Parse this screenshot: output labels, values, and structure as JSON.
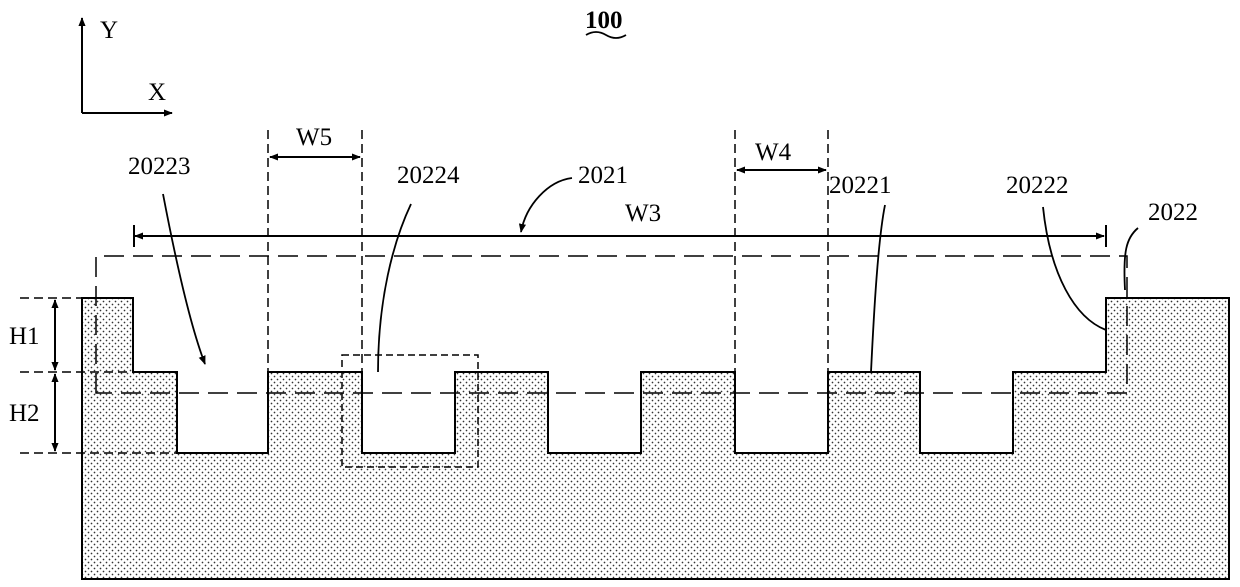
{
  "figure": {
    "number": "100",
    "axes": {
      "y": "Y",
      "x": "X"
    },
    "dimensions": {
      "w5": "W5",
      "w4": "W4",
      "w3": "W3",
      "h1": "H1",
      "h2": "H2"
    },
    "references": {
      "r20223": "20223",
      "r20224": "20224",
      "r2021": "2021",
      "r20221": "20221",
      "r20222": "20222",
      "r2022": "2022"
    }
  }
}
